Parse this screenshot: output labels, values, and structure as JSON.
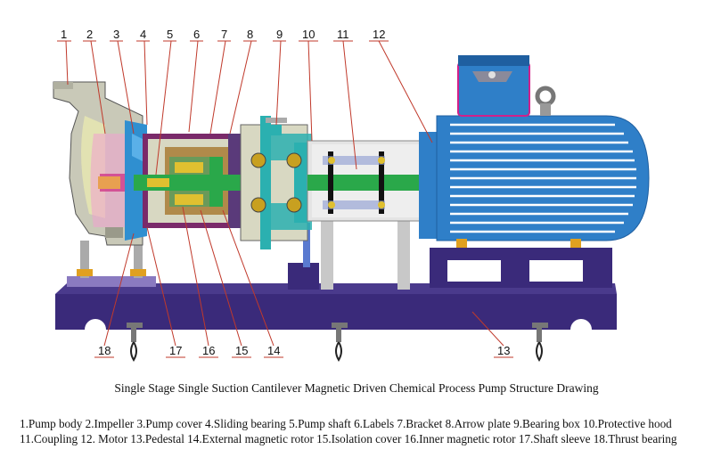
{
  "labels": [
    {
      "n": "1"
    },
    {
      "n": "2"
    },
    {
      "n": "3"
    },
    {
      "n": "4"
    },
    {
      "n": "5"
    },
    {
      "n": "6"
    },
    {
      "n": "7"
    },
    {
      "n": "8"
    },
    {
      "n": "9"
    },
    {
      "n": "10"
    },
    {
      "n": "11"
    },
    {
      "n": "12"
    },
    {
      "n": "13"
    },
    {
      "n": "14"
    },
    {
      "n": "15"
    },
    {
      "n": "16"
    },
    {
      "n": "17"
    },
    {
      "n": "18"
    }
  ],
  "caption": "Single Stage Single Suction Cantilever Magnetic Driven Chemical Process Pump Structure Drawing",
  "legend": "1.Pump body 2.Impeller 3.Pump cover 4.Sliding bearing 5.Pump shaft 6.Labels 7.Bracket 8.Arrow plate 9.Bearing box 10.Protective hood 11.Coupling 12. Motor 13.Pedestal 14.External magnetic rotor 15.Isolation cover 16.Inner magnetic rotor 17.Shaft sleeve 18.Thrust bearing",
  "colors": {
    "base": "#3a2a7a",
    "motor": "#2f7fc8",
    "pump_body": "#c9c9b8",
    "bracket": "#d8d8c2",
    "shaft": "#2aa84a",
    "teal": "#2bb0b0",
    "leader": "#c0392b"
  }
}
